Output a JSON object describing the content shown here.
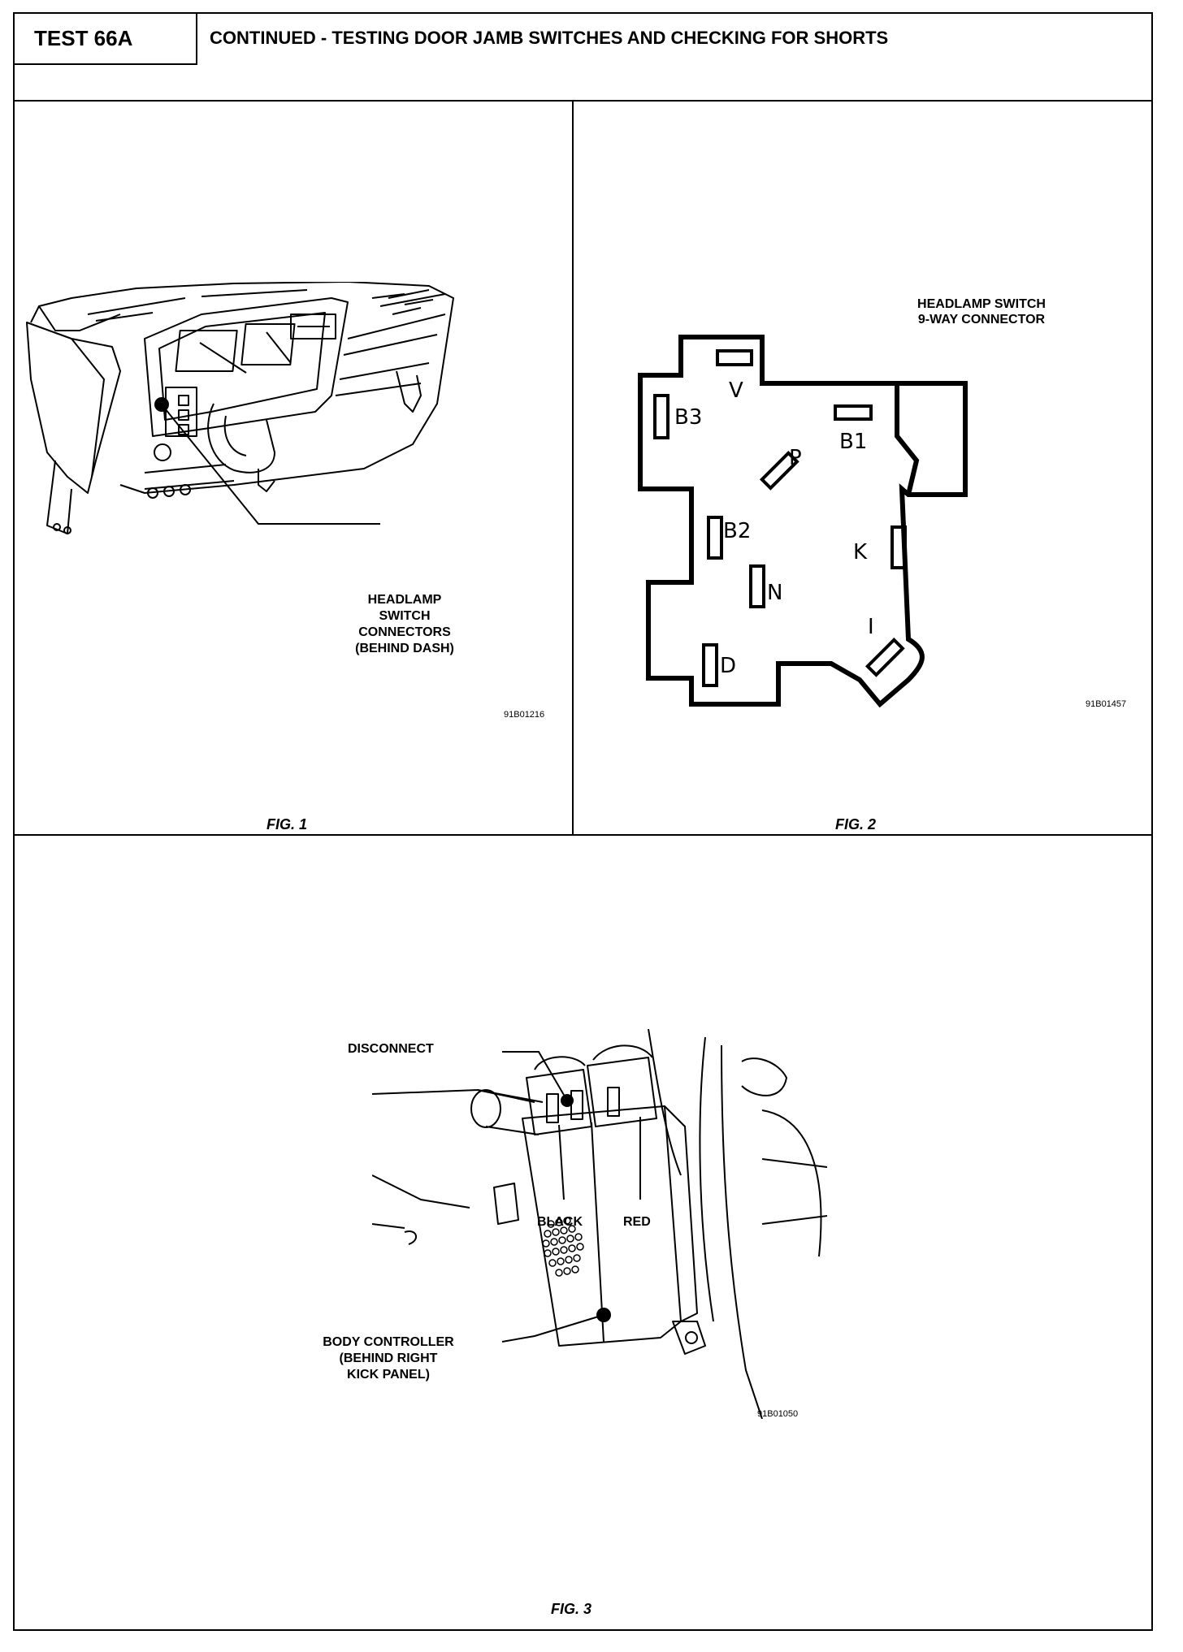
{
  "header": {
    "test_id": "TEST 66A",
    "title": "CONTINUED - TESTING DOOR JAMB SWITCHES AND CHECKING FOR SHORTS"
  },
  "fig1": {
    "label": "FIG. 1",
    "callout": [
      "HEADLAMP",
      "SWITCH",
      "CONNECTORS",
      "(BEHIND DASH)"
    ],
    "part_no": "91B01216"
  },
  "fig2": {
    "label": "FIG. 2",
    "title": [
      "HEADLAMP SWITCH",
      "9-WAY CONNECTOR"
    ],
    "pins": [
      "V",
      "B3",
      "B1",
      "P",
      "B2",
      "K",
      "N",
      "I",
      "D"
    ],
    "part_no": "91B01457"
  },
  "fig3": {
    "label": "FIG. 3",
    "disconnect": "DISCONNECT",
    "black": "BLACK",
    "red": "RED",
    "body_controller": [
      "BODY CONTROLLER",
      "(BEHIND RIGHT",
      "KICK PANEL)"
    ],
    "part_no": "91B01050"
  }
}
